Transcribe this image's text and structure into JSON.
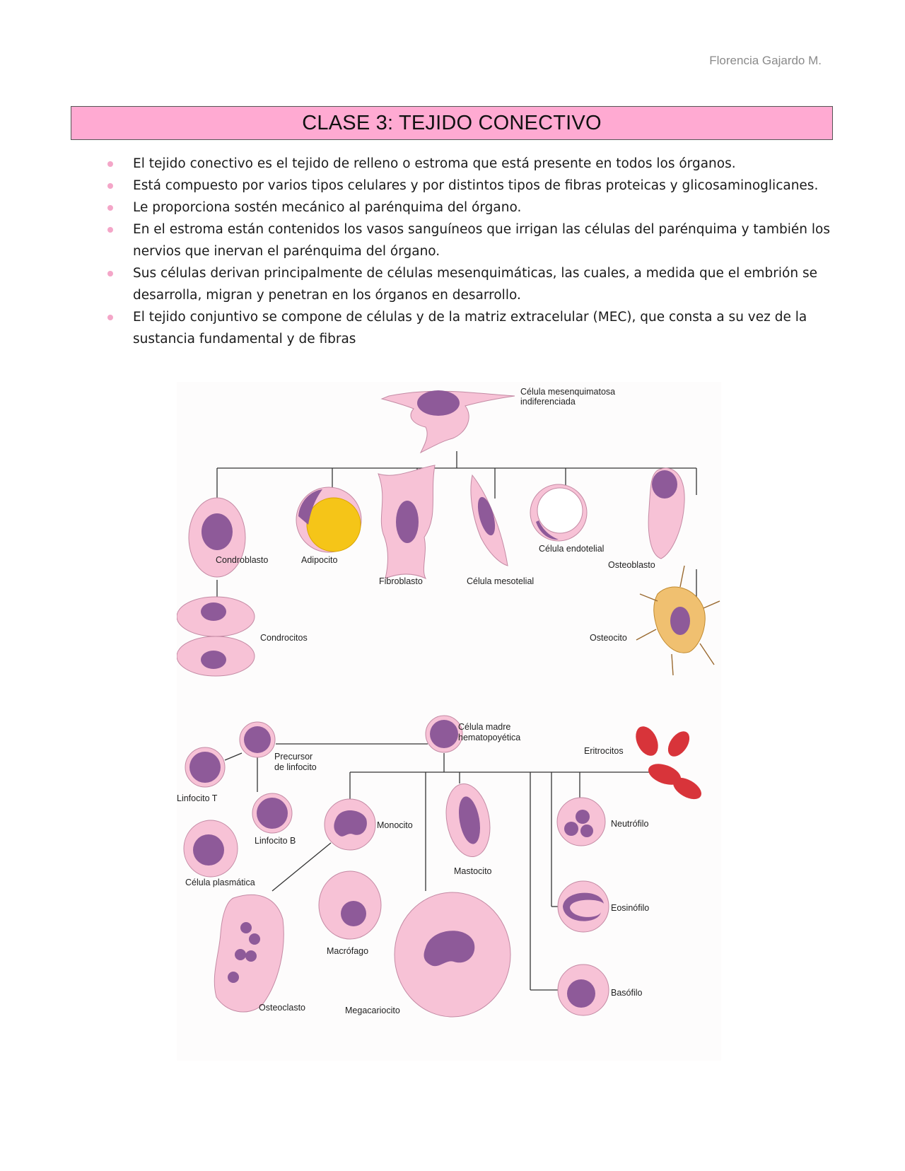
{
  "header": {
    "author": "Florencia Gajardo M."
  },
  "title": "CLASE 3: TEJIDO CONECTIVO",
  "bullets": [
    "El tejido conectivo es el tejido de relleno o estroma que está presente en todos los órganos.",
    "Está compuesto por varios tipos celulares y por distintos tipos de fibras proteicas y glicosaminoglicanes.",
    "Le proporciona sostén mecánico al parénquima del órgano.",
    "En el estroma están contenidos los vasos sanguíneos que irrigan las células del parénquima y también los nervios que inervan el parénquima del órgano.",
    "Sus células derivan principalmente de células mesenquimáticas, las cuales, a medida que el embrión se desarrolla, migran y penetran en los órganos en desarrollo.",
    "El tejido conjuntivo se compone de células y de la matriz extracelular (MEC), que consta a su vez de la sustancia fundamental y de fibras"
  ],
  "figure": {
    "labels": {
      "mesenquimatosa_1": "Célula mesenquimatosa",
      "mesenquimatosa_2": "indiferenciada",
      "condroblasto": "Condroblasto",
      "adipocito": "Adipocito",
      "fibroblasto": "Fibroblasto",
      "mesotelial": "Célula mesotelial",
      "endotelial": "Célula endotelial",
      "osteoblasto": "Osteoblasto",
      "condrocitos": "Condrocitos",
      "osteocito": "Osteocito",
      "madre_1": "Célula madre",
      "madre_2": "hematopoyética",
      "eritrocitos": "Eritrocitos",
      "precursor_1": "Precursor",
      "precursor_2": "de linfocito",
      "linfocito_t": "Linfocito T",
      "linfocito_b": "Linfocito B",
      "monocito": "Monocito",
      "neutrofilo": "Neutrófilo",
      "plasmatica": "Célula plasmática",
      "mastocito": "Mastocito",
      "eosinofilo": "Eosinófilo",
      "macrofago": "Macrófago",
      "osteoclasto": "Osteoclasto",
      "megacariocito": "Megacariocito",
      "basofilo": "Basófilo"
    },
    "colors": {
      "cytoplasm": "#f7c2d6",
      "nucleus": "#8e5a99",
      "fat": "#f5c518",
      "osteocyte": "#f0c070",
      "erythrocyte": "#d8343a",
      "line": "#333333"
    }
  }
}
